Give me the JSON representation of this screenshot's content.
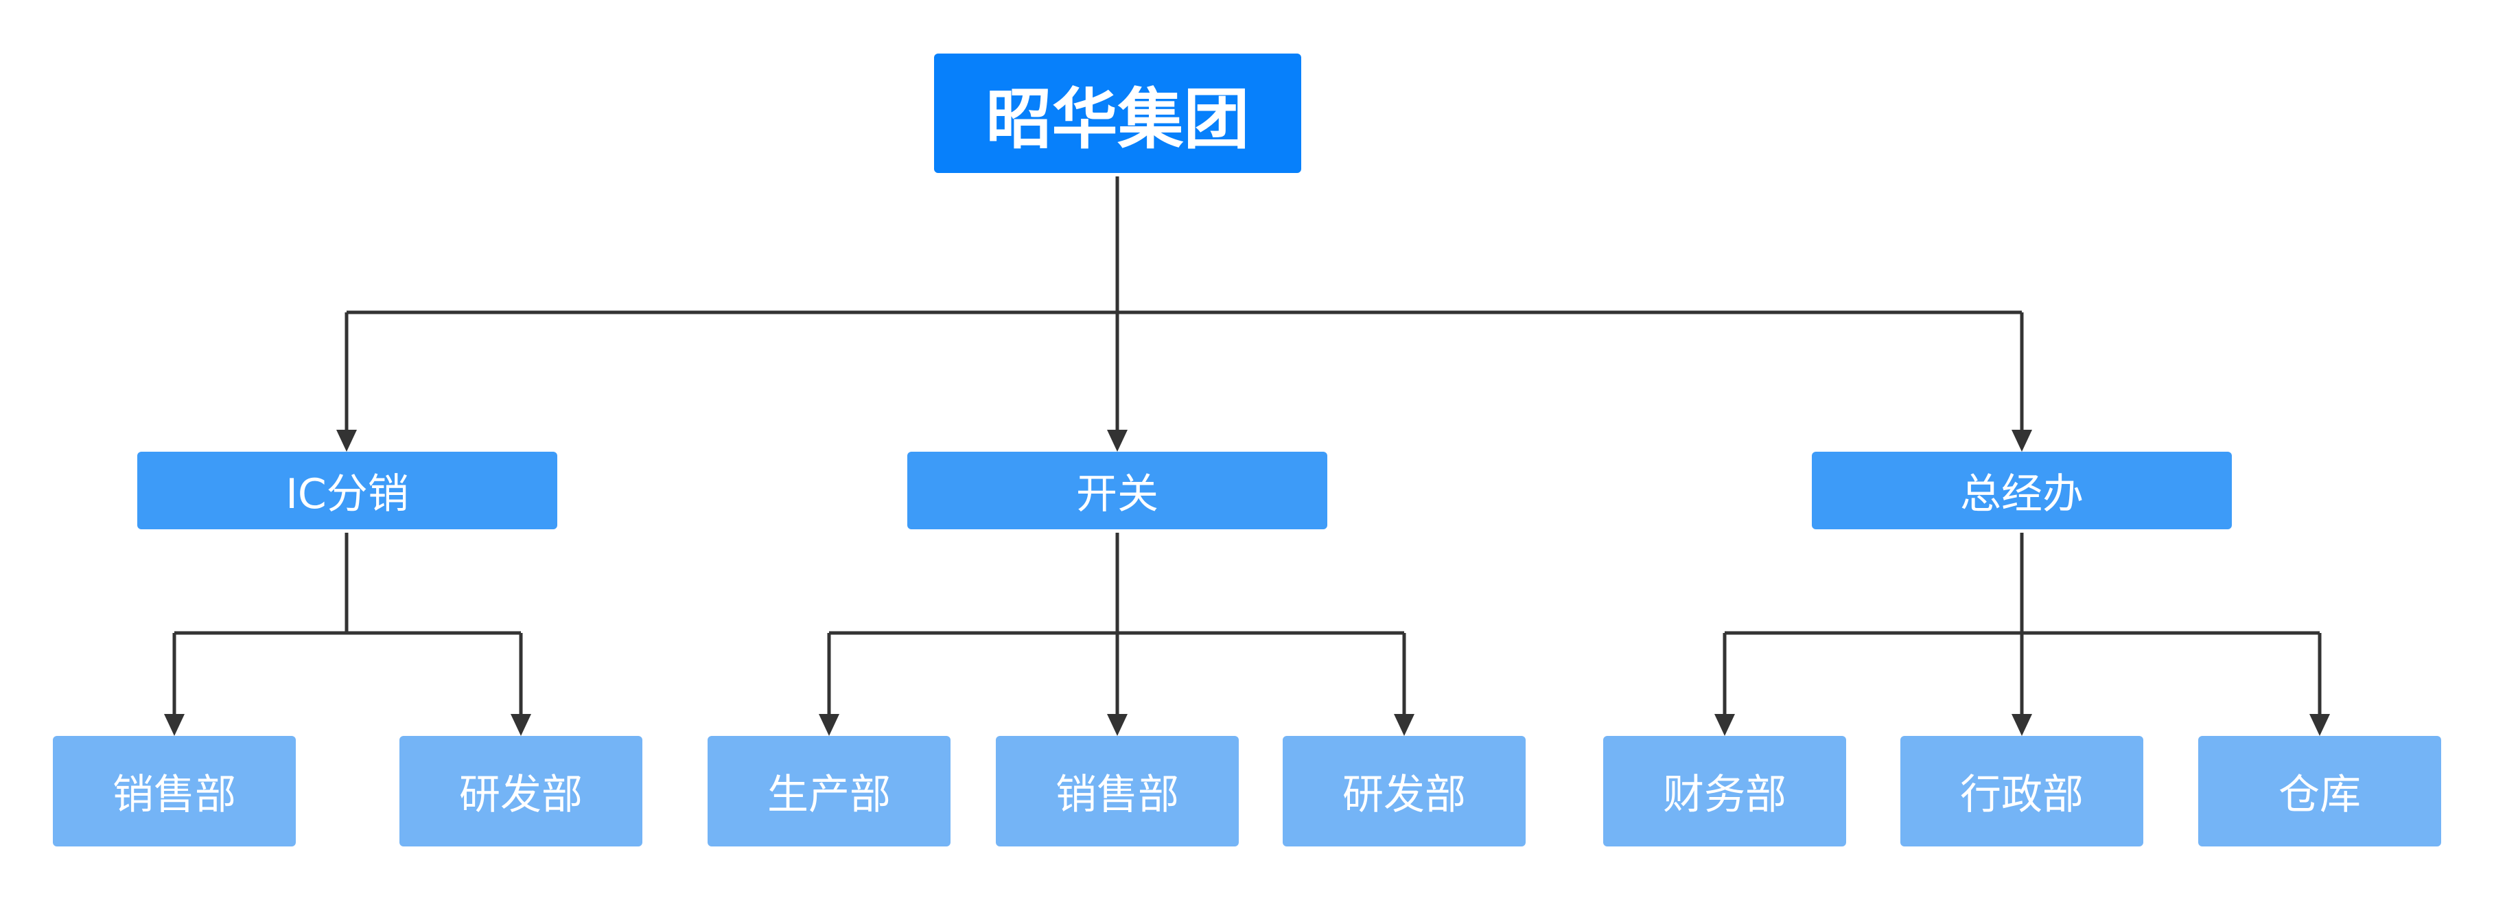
{
  "root": {
    "label": "昭华集团"
  },
  "divisions": [
    {
      "label": "IC分销",
      "departments": [
        "销售部",
        "研发部"
      ]
    },
    {
      "label": "开关",
      "departments": [
        "生产部",
        "销售部",
        "研发部"
      ]
    },
    {
      "label": "总经办",
      "departments": [
        "财务部",
        "行政部",
        "仓库"
      ]
    }
  ],
  "colors": {
    "root": "#0780fb",
    "division": "#3d9bf8",
    "department": "#74b4f6",
    "connector": "#333333"
  }
}
